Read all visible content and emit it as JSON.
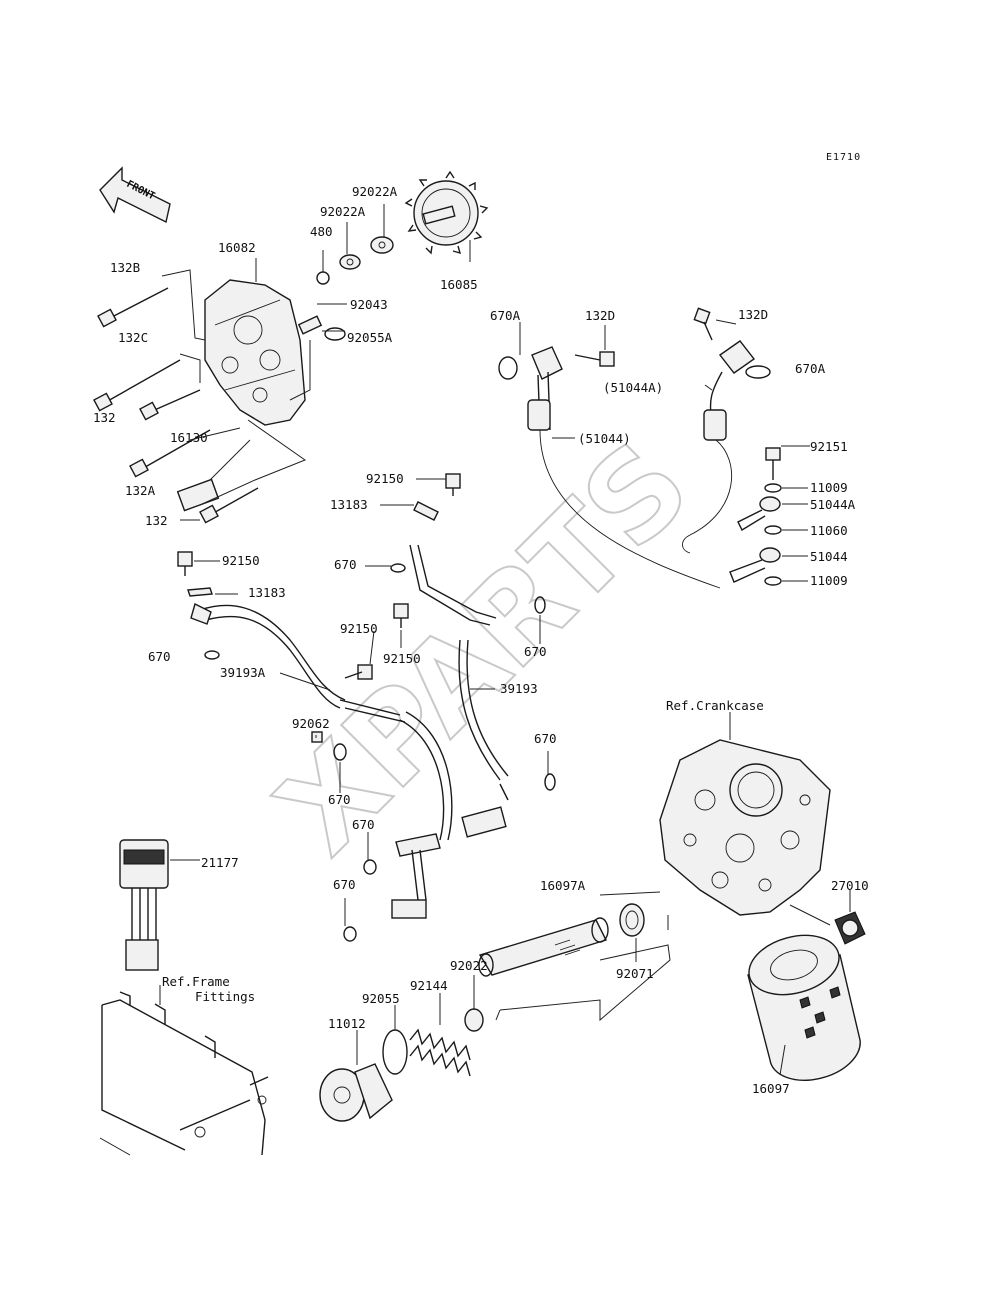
{
  "diagram": {
    "code": "E1710",
    "front_arrow": "FRONT",
    "watermark": "XPARTS",
    "labels": {
      "p92022A_1": "92022A",
      "p92022A_2": "92022A",
      "p480": "480",
      "p16082": "16082",
      "p16085": "16085",
      "p132B": "132B",
      "p92043": "92043",
      "p92055A": "92055A",
      "p132C": "132C",
      "p132": "132",
      "p16130": "16130",
      "p132A": "132A",
      "p132_b": "132",
      "p670A_1": "670A",
      "p132D_1": "132D",
      "p132D_2": "132D",
      "p670A_2": "670A",
      "p51044A_paren": "(51044A)",
      "p51044_paren": "(51044)",
      "p92151": "92151",
      "p11009_1": "11009",
      "p51044A": "51044A",
      "p11060": "11060",
      "p51044": "51044",
      "p11009_2": "11009",
      "p92150_1": "92150",
      "p13183_1": "13183",
      "p670_1": "670",
      "p92150_2": "92150",
      "p13183_2": "13183",
      "p92150_3": "92150",
      "p92150_4": "92150",
      "p670_2": "670",
      "p670_3": "670",
      "p39193A": "39193A",
      "p39193": "39193",
      "p92062": "92062",
      "p670_4": "670",
      "p670_5": "670",
      "p670_6": "670",
      "p670_7": "670",
      "ref_crankcase": "Ref.Crankcase",
      "p21177": "21177",
      "p16097A": "16097A",
      "p27010": "27010",
      "p92022": "92022",
      "ref_frame_1": "Ref.Frame",
      "ref_frame_2": "Fittings",
      "p92144": "92144",
      "p92055": "92055",
      "p92071": "92071",
      "p11012": "11012",
      "p16097": "16097"
    }
  }
}
